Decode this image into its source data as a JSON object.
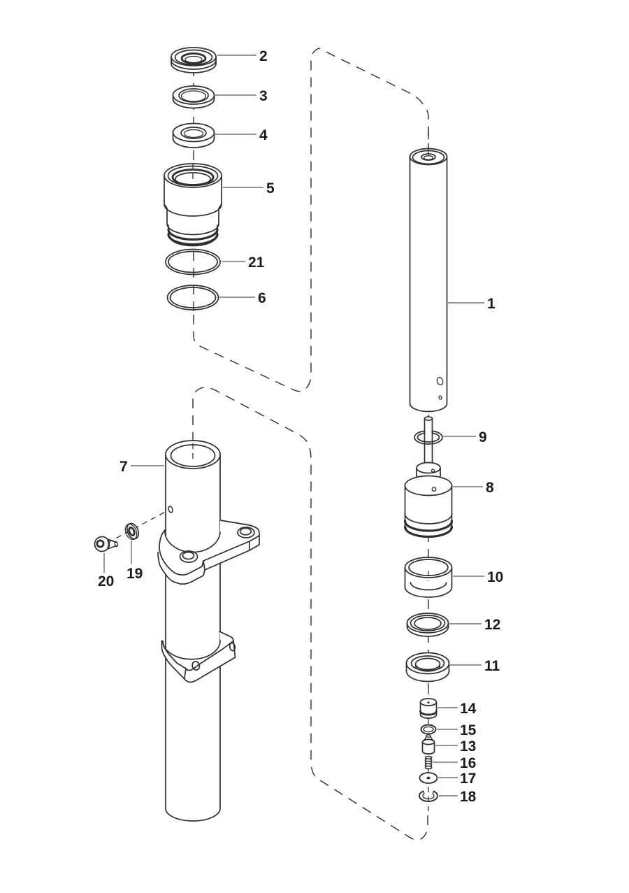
{
  "title": "exploded-parts-diagram",
  "colors": {
    "background": "#ffffff",
    "line_ink": "#2e2e2e",
    "label_ink": "#1a1a1a",
    "leader": "#555555"
  },
  "parts": [
    {
      "number": "1"
    },
    {
      "number": "2"
    },
    {
      "number": "3"
    },
    {
      "number": "4"
    },
    {
      "number": "5"
    },
    {
      "number": "6"
    },
    {
      "number": "7"
    },
    {
      "number": "8"
    },
    {
      "number": "9"
    },
    {
      "number": "10"
    },
    {
      "number": "11"
    },
    {
      "number": "12"
    },
    {
      "number": "13"
    },
    {
      "number": "14"
    },
    {
      "number": "15"
    },
    {
      "number": "16"
    },
    {
      "number": "17"
    },
    {
      "number": "18"
    },
    {
      "number": "19"
    },
    {
      "number": "20"
    },
    {
      "number": "21"
    }
  ]
}
